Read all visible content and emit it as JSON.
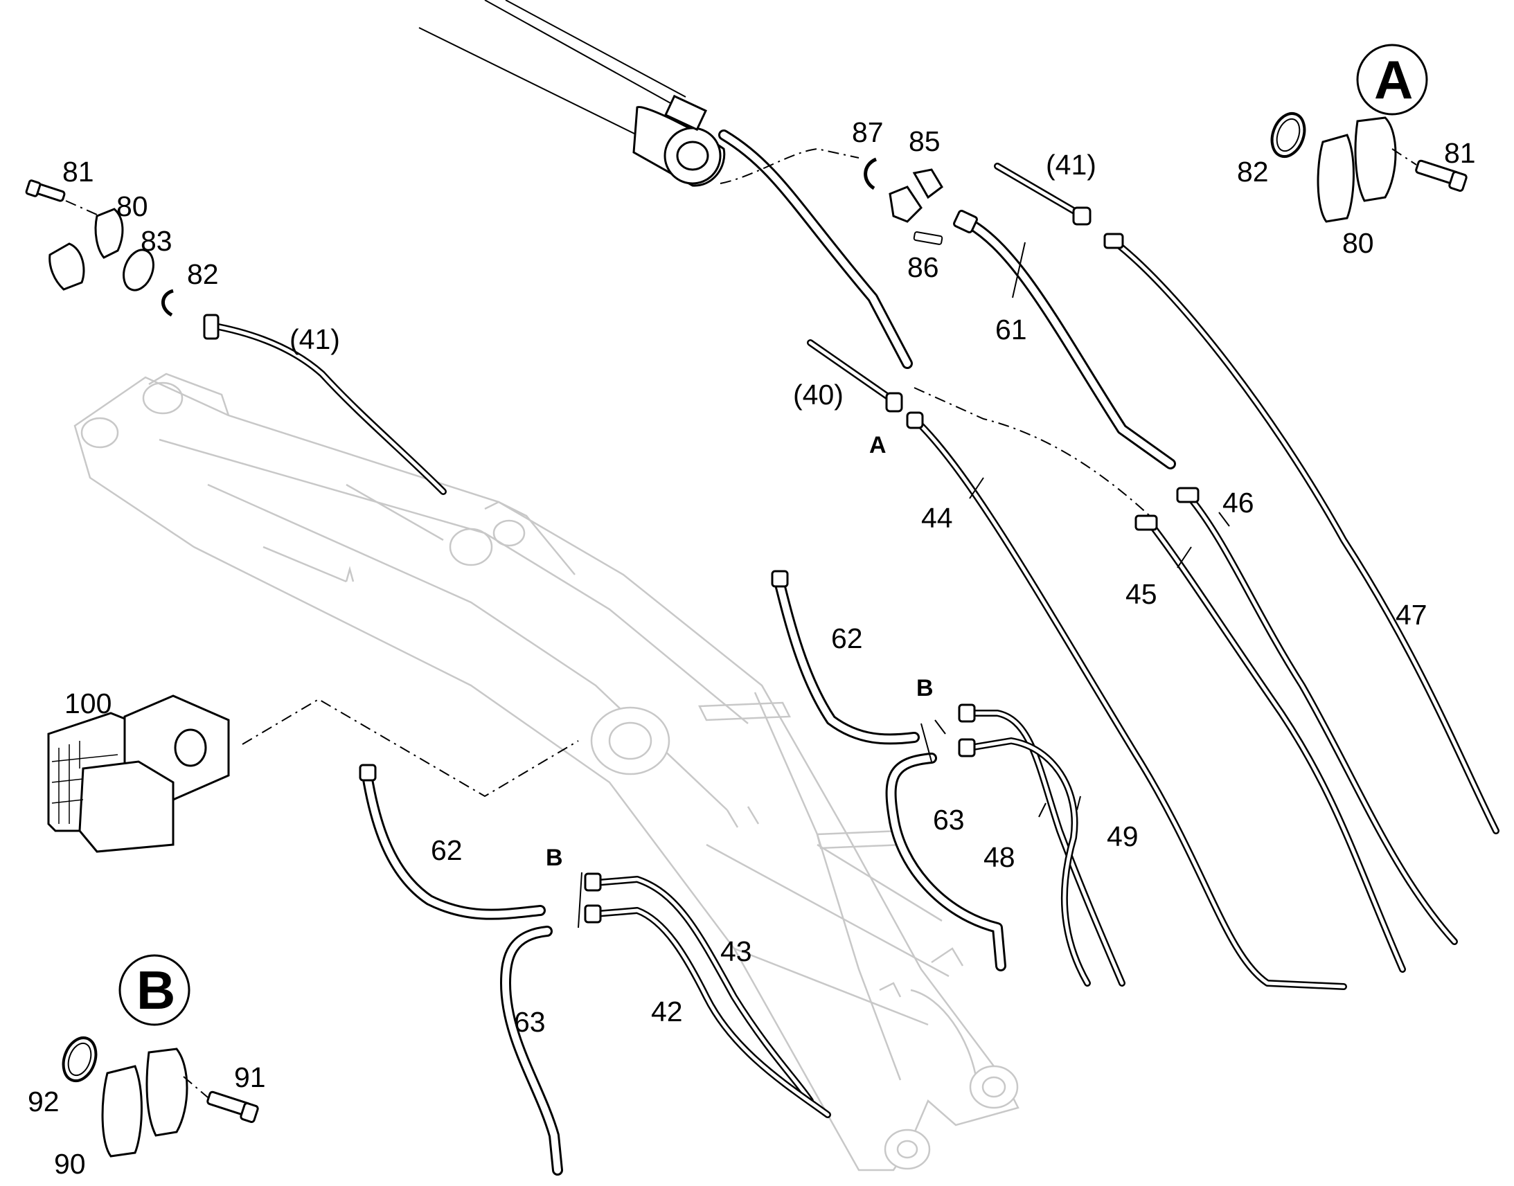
{
  "labels": {
    "p81_left": "81",
    "p80_left": "80",
    "p83_left": "83",
    "p82_left": "82",
    "p41_left": "(41)",
    "p87": "87",
    "p85": "85",
    "p86": "86",
    "p41_top": "(41)",
    "p61": "61",
    "p40": "(40)",
    "pA_marker": "A",
    "p44": "44",
    "p45": "45",
    "p46": "46",
    "p47": "47",
    "p62_right": "62",
    "pB_marker_right": "B",
    "p63_right": "63",
    "p48": "48",
    "p49": "49",
    "p100": "100",
    "p62_left": "62",
    "pB_marker_left": "B",
    "p43": "43",
    "p42": "42",
    "p63_left": "63"
  },
  "detail_a": {
    "letter": "A",
    "p82": "82",
    "p81": "81",
    "p80": "80"
  },
  "detail_b": {
    "letter": "B",
    "p92": "92",
    "p91": "91",
    "p90": "90"
  }
}
